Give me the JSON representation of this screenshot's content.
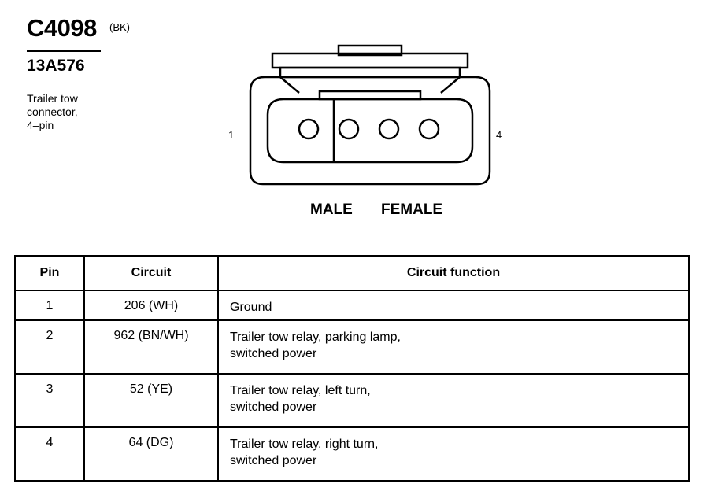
{
  "header": {
    "connector_id": "C4098",
    "color_code": "(BK)",
    "part_number": "13A576",
    "description_lines": [
      "Trailer tow",
      "connector,",
      "4–pin"
    ]
  },
  "diagram": {
    "pin_left": "1",
    "pin_right": "4",
    "label_male": "MALE",
    "label_female": "FEMALE"
  },
  "table": {
    "headers": [
      "Pin",
      "Circuit",
      "Circuit function"
    ],
    "rows": [
      {
        "pin": "1",
        "circuit": "206 (WH)",
        "function": [
          "Ground"
        ]
      },
      {
        "pin": "2",
        "circuit": "962 (BN/WH)",
        "function": [
          "Trailer tow relay, parking lamp,",
          "switched power"
        ]
      },
      {
        "pin": "3",
        "circuit": "52 (YE)",
        "function": [
          "Trailer tow relay, left turn,",
          "switched power"
        ]
      },
      {
        "pin": "4",
        "circuit": "64 (DG)",
        "function": [
          "Trailer tow relay, right turn,",
          "switched power"
        ]
      }
    ]
  }
}
